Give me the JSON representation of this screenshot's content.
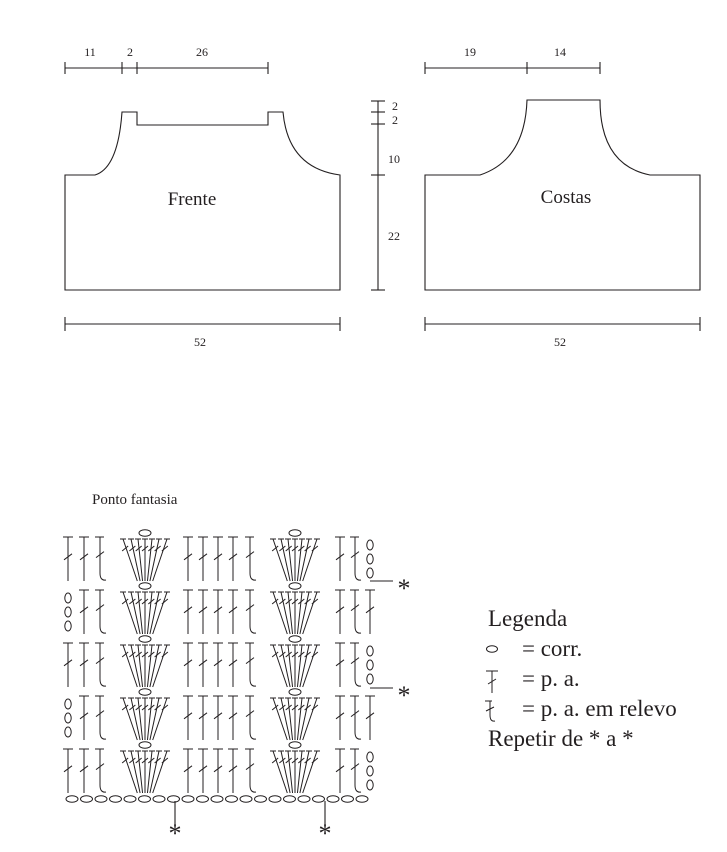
{
  "schematic": {
    "front": {
      "label": "Frente",
      "top_dims": [
        "11",
        "2",
        "26"
      ],
      "side_dims": [
        "2",
        "2",
        "10",
        "22"
      ],
      "bottom_dim": "52"
    },
    "back": {
      "label": "Costas",
      "top_dims": [
        "19",
        "14"
      ],
      "bottom_dim": "52"
    }
  },
  "chart": {
    "title": "Ponto fantasia",
    "repeat_marker": "*"
  },
  "legend": {
    "title": "Legenda",
    "items": [
      {
        "symbol": "chain-symbol",
        "text": "= corr."
      },
      {
        "symbol": "double-crochet-symbol",
        "text": "= p. a."
      },
      {
        "symbol": "relief-double-crochet-symbol",
        "text": "= p. a. em relevo"
      }
    ],
    "note": "Repetir de * a *"
  },
  "colors": {
    "ink": "#231f20",
    "background": "#ffffff"
  }
}
